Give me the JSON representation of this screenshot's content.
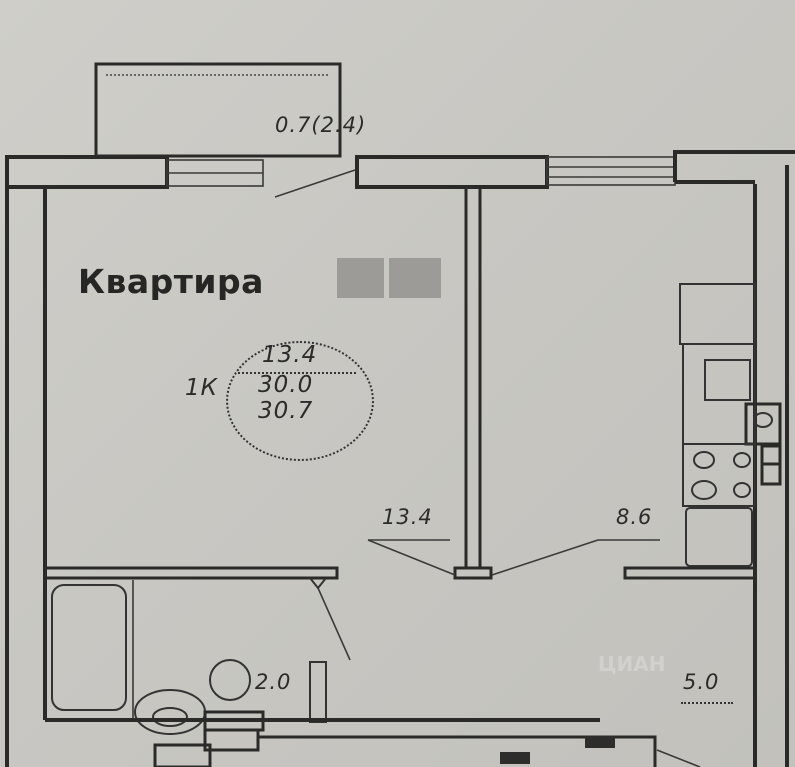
{
  "plan": {
    "title": "Квартира",
    "title_number_redacted": true,
    "apartment_type": "1К",
    "areas_circle": {
      "living": "13.4",
      "total": "30.0",
      "total_with_balcony": "30.7"
    },
    "rooms": [
      {
        "name": "living-room",
        "area": "13.4"
      },
      {
        "name": "kitchen",
        "area": "8.6"
      },
      {
        "name": "bathroom",
        "area": "2.0"
      },
      {
        "name": "hallway",
        "area": "5.0"
      },
      {
        "name": "balcony",
        "area": "0.7(2.4)"
      }
    ],
    "watermark": "ЦИАН"
  },
  "colors": {
    "paper": "#cfcec9",
    "ink": "#2a2a28",
    "redaction": "#8d8c88"
  }
}
